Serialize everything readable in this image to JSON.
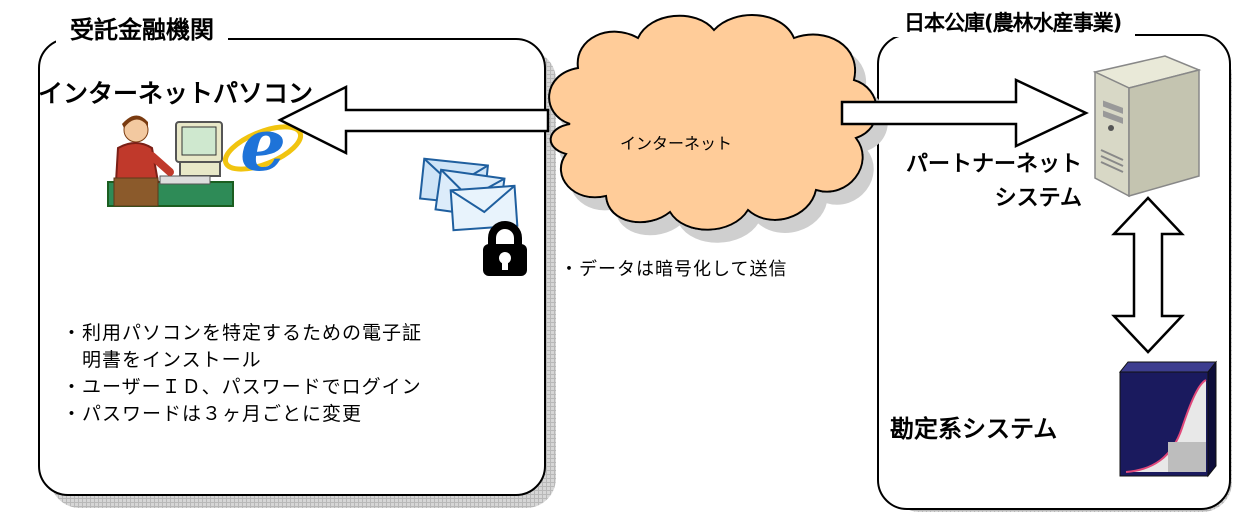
{
  "left_panel": {
    "title": "受託金融機関",
    "subtitle": "インターネットパソコン",
    "notes": [
      "・利用パソコンを特定するための電子証",
      "　明書をインストール",
      "・ユーザーＩＤ、パスワードでログイン",
      "・パスワードは３ヶ月ごとに変更"
    ]
  },
  "right_panel": {
    "title": "日本公庫(農林水産事業)",
    "partner_net": [
      "パートナーネット",
      "システム"
    ],
    "accounting": "勘定系システム"
  },
  "cloud": {
    "label": "インターネット"
  },
  "encryption_note": "・データは暗号化して送信",
  "colors": {
    "cloud_fill": "#ffcc99",
    "panel_border": "#000000",
    "shadow": "#d6d6d6",
    "accounting_box": "#1a1a5e"
  },
  "icons": [
    "pc-user-icon",
    "browser-e-icon",
    "mail-envelopes-icon",
    "padlock-icon",
    "server-icon",
    "database-box-icon"
  ]
}
